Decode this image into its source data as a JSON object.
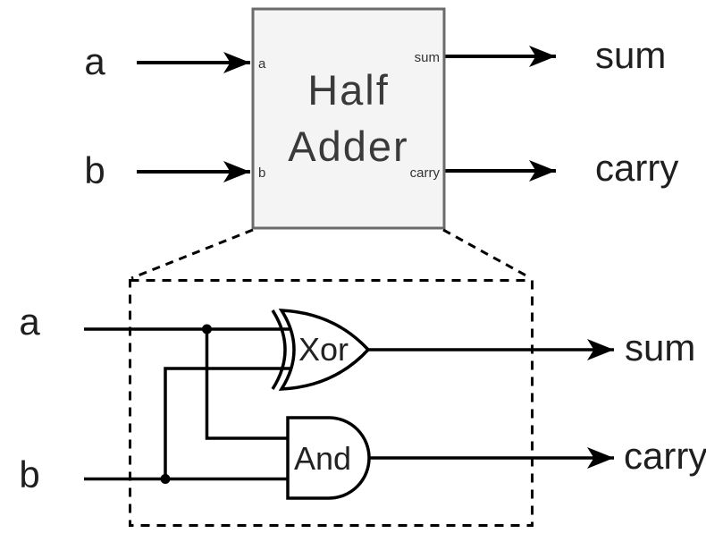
{
  "colors": {
    "line": "#000000",
    "block_fill": "#f4f4f4",
    "block_border": "#6b6b6b",
    "title_text": "#3a3a3a",
    "label_text": "#1f1f1f"
  },
  "block_diagram": {
    "title_line1": "Half",
    "title_line2": "Adder",
    "ports": {
      "a": "a",
      "b": "b",
      "sum": "sum",
      "carry": "carry"
    },
    "inputs": {
      "a": "a",
      "b": "b"
    },
    "outputs": {
      "sum": "sum",
      "carry": "carry"
    }
  },
  "gate_diagram": {
    "inputs": {
      "a": "a",
      "b": "b"
    },
    "gates": {
      "xor": "Xor",
      "and": "And"
    },
    "outputs": {
      "sum": "sum",
      "carry": "carry"
    }
  }
}
